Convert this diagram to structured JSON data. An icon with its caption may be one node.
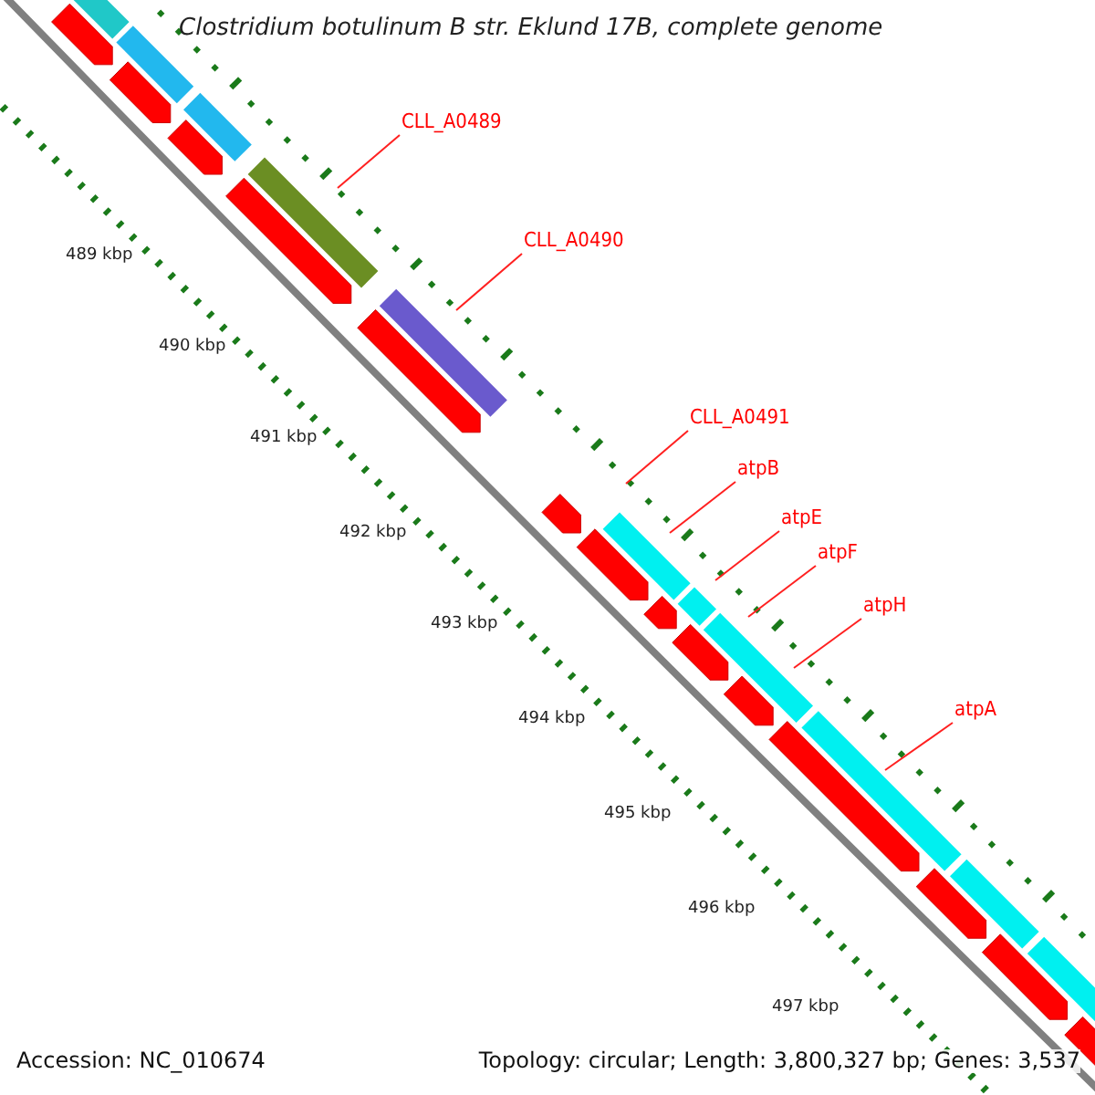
{
  "diagram": {
    "title": "Clostridium botulinum B str. Eklund 17B, complete genome",
    "nodes": [
      {
        "text": [
          "CLL_A0489"
        ]
      },
      {
        "text": [
          "CLL_A0490"
        ]
      },
      {
        "text": [
          "CLL_A0491"
        ]
      },
      {
        "text": [
          "atpB"
        ]
      },
      {
        "text": [
          "atpE"
        ]
      },
      {
        "text": [
          "atpF"
        ]
      },
      {
        "text": [
          "atpH"
        ]
      },
      {
        "text": [
          "atpA"
        ]
      }
    ],
    "edges": [
      {
        "from": 0,
        "to": null,
        "arrow": "none"
      },
      {
        "from": 1,
        "to": null,
        "arrow": "none"
      },
      {
        "from": 2,
        "to": null,
        "arrow": "none"
      },
      {
        "from": 3,
        "to": null,
        "arrow": "none"
      },
      {
        "from": 4,
        "to": null,
        "arrow": "none"
      },
      {
        "from": 5,
        "to": null,
        "arrow": "none"
      },
      {
        "from": 6,
        "to": null,
        "arrow": "none"
      },
      {
        "from": 7,
        "to": null,
        "arrow": "none"
      }
    ],
    "labels": [
      "489 kbp",
      "490 kbp",
      "491 kbp",
      "492 kbp",
      "493 kbp",
      "494 kbp",
      "495 kbp",
      "496 kbp",
      "497 kbp",
      "Accession: NC_010674",
      "Topology: circular; Length: 3,800,327 bp; Genes: 3,537"
    ]
  }
}
